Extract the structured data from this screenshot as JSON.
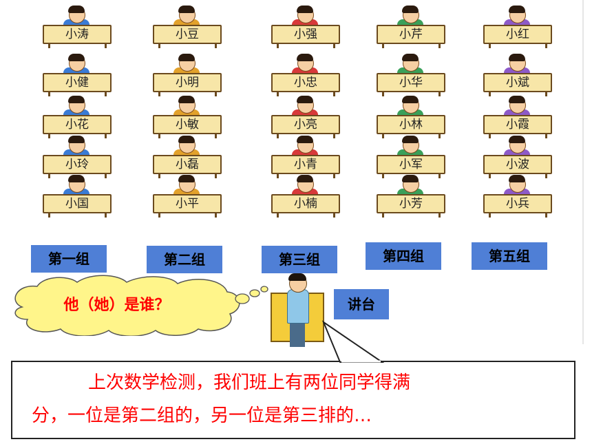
{
  "groups": [
    {
      "label": "第一组",
      "shirt": "#3a7bd5",
      "students": [
        "小涛",
        "小健",
        "小花",
        "小玲",
        "小国"
      ]
    },
    {
      "label": "第二组",
      "shirt": "#e2a12b",
      "students": [
        "小豆",
        "小明",
        "小敏",
        "小磊",
        "小平"
      ]
    },
    {
      "label": "第三组",
      "shirt": "#d8393a",
      "students": [
        "小强",
        "小忠",
        "小亮",
        "小青",
        "小楠"
      ]
    },
    {
      "label": "第四组",
      "shirt": "#3aa05a",
      "students": [
        "小芹",
        "小华",
        "小林",
        "小军",
        "小芳"
      ]
    },
    {
      "label": "第五组",
      "shirt": "#8d5ac8",
      "students": [
        "小红",
        "小斌",
        "小霞",
        "小波",
        "小兵"
      ]
    }
  ],
  "podium_label": "讲台",
  "thought_bubble": "他（她）是谁？",
  "speech": {
    "line1": "上次数学检测，我们班上有两位同学得满",
    "line2": "分，一位是第二组的，另一位是第三排的…"
  },
  "colors": {
    "label_bg": "#4f7fd6",
    "cloud_fill": "#fff58a",
    "speech_text": "#ff0000",
    "desk_fill": "#f7e6a8"
  }
}
